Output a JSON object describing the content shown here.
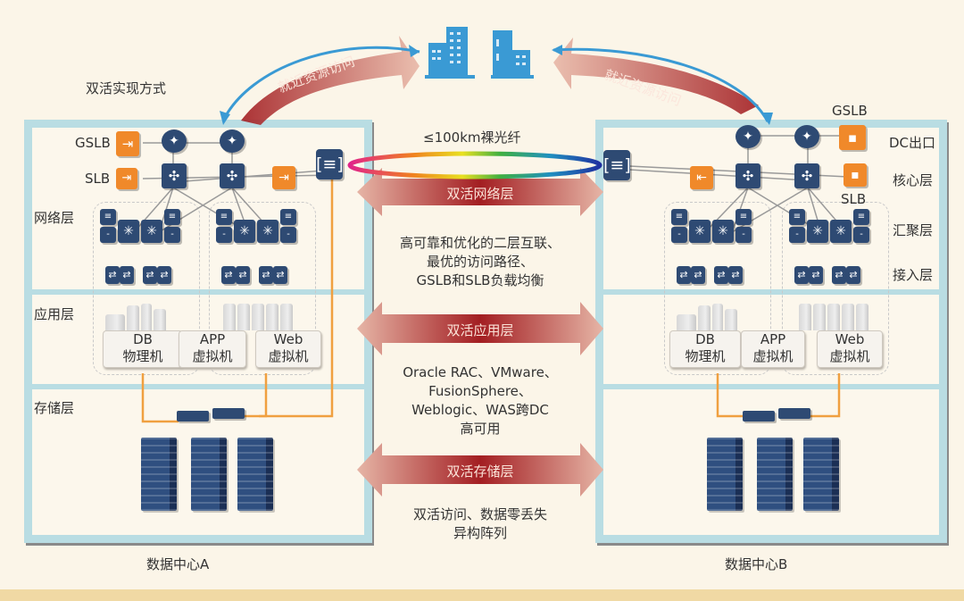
{
  "title": "双活实现方式",
  "top_arrows": {
    "left_label": "就近资源访问",
    "right_label": "就近资源访问"
  },
  "link": {
    "label": "≤100km裸光纤"
  },
  "dc_a": {
    "name": "数据中心A",
    "labels": {
      "gslb": "GSLB",
      "slb": "SLB",
      "network_layer": "网络层",
      "app_layer": "应用层",
      "storage_layer": "存储层"
    },
    "services": [
      {
        "line1": "DB",
        "line2": "物理机"
      },
      {
        "line1": "APP",
        "line2": "虚拟机"
      },
      {
        "line1": "Web",
        "line2": "虚拟机"
      }
    ]
  },
  "dc_b": {
    "name": "数据中心B",
    "labels": {
      "gslb": "GSLB",
      "slb": "SLB",
      "dc_exit": "DC出口",
      "core_layer": "核心层",
      "aggregation_layer": "汇聚层",
      "access_layer": "接入层"
    },
    "services": [
      {
        "line1": "DB",
        "line2": "物理机"
      },
      {
        "line1": "APP",
        "line2": "虚拟机"
      },
      {
        "line1": "Web",
        "line2": "虚拟机"
      }
    ]
  },
  "middle": {
    "network": {
      "arrow_label": "双活网络层",
      "desc": [
        "高可靠和优化的二层互联、",
        "最优的访问路径、",
        "GSLB和SLB负载均衡"
      ]
    },
    "application": {
      "arrow_label": "双活应用层",
      "desc": [
        "Oracle RAC、VMware、",
        "FusionSphere、",
        "Weblogic、WAS跨DC",
        "高可用"
      ]
    },
    "storage": {
      "arrow_label": "双活存储层",
      "desc": [
        "双活访问、数据零丢失",
        "异构阵列"
      ]
    }
  },
  "colors": {
    "frame": "#b9dde3",
    "device": "#2e4a73",
    "lb": "#f0892a",
    "arrow_red": "#a31e22",
    "building": "#3a9ad4",
    "orange_line": "#f0a040"
  }
}
